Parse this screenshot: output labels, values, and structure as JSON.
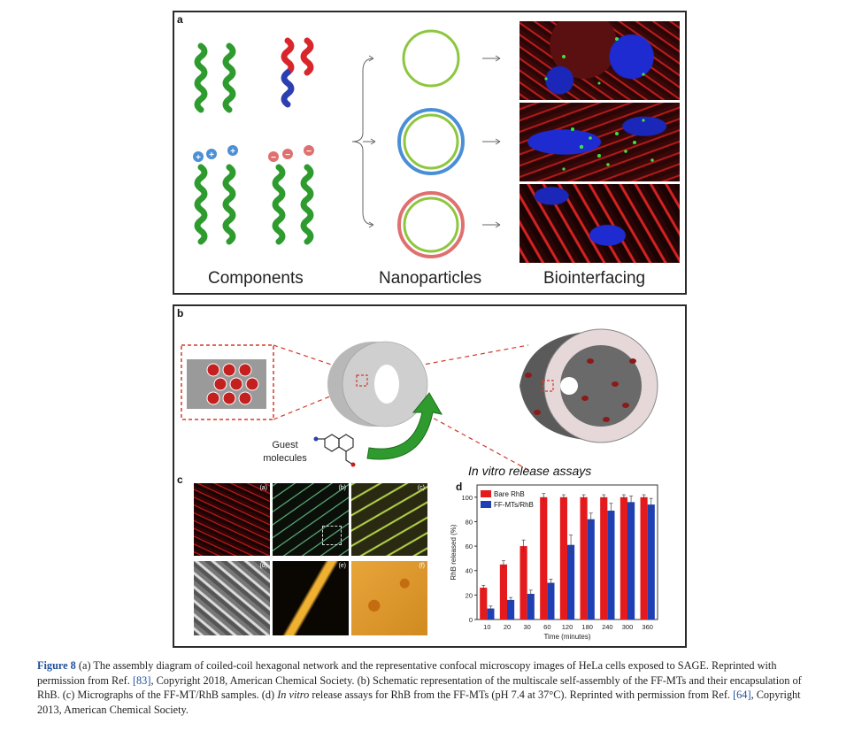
{
  "panel_a": {
    "label": "a",
    "sections": [
      "Components",
      "Nanoparticles",
      "Biointerfacing"
    ],
    "charges": {
      "positive": "+",
      "negative": "−"
    }
  },
  "panel_b": {
    "label": "b",
    "guest_label": "Guest\nmolecules",
    "colors": {
      "tube": "#cfcfcf",
      "dots": "#8b1a1a",
      "dash": "#d23a2a"
    }
  },
  "panel_c": {
    "label": "c",
    "tile_labels": [
      "(a)",
      "(b)",
      "(c)",
      "(d)",
      "(e)",
      "(f)"
    ]
  },
  "panel_d": {
    "label": "d",
    "chart_data": {
      "type": "bar",
      "title": "In vitro release assays",
      "xlabel": "Time (minutes)",
      "ylabel": "RhB released (%)",
      "categories": [
        "10",
        "20",
        "30",
        "60",
        "120",
        "180",
        "240",
        "300",
        "360"
      ],
      "ylim": [
        0,
        110
      ],
      "yticks": [
        0,
        20,
        40,
        60,
        80,
        100
      ],
      "legend_position": "top-left",
      "series": [
        {
          "name": "Bare RhB",
          "color": "#e41a1c",
          "values": [
            26,
            45,
            60,
            100,
            100,
            100,
            100,
            100,
            100
          ],
          "errors": [
            2,
            3,
            5,
            3,
            2,
            2,
            2,
            2,
            2
          ]
        },
        {
          "name": "FF-MTs/RhB",
          "color": "#1f3fb4",
          "values": [
            9,
            16,
            21,
            30,
            61,
            82,
            89,
            96,
            94
          ],
          "errors": [
            2,
            2,
            3,
            3,
            8,
            5,
            6,
            5,
            5
          ]
        }
      ]
    }
  },
  "caption": {
    "fig_label": "Figure 8",
    "p1": " (a) The assembly diagram of coiled-coil hexagonal network and the representative confocal microscopy images of HeLa cells exposed to SAGE. Reprinted with permission from Ref. ",
    "ref1": "[83]",
    "p2": ", Copyright 2018, American Chemical Society. (b) Schematic representation of the multiscale self-assembly of the FF-MTs and their encapsulation of RhB. (c) Micrographs of the FF-MT/RhB samples. (d) ",
    "italic": "In vitro",
    "p3": " release assays for RhB from the FF-MTs (pH 7.4 at 37°C). Reprinted with permission from Ref. ",
    "ref2": "[64]",
    "p4": ", Copyright 2013, American Chemical Society."
  }
}
